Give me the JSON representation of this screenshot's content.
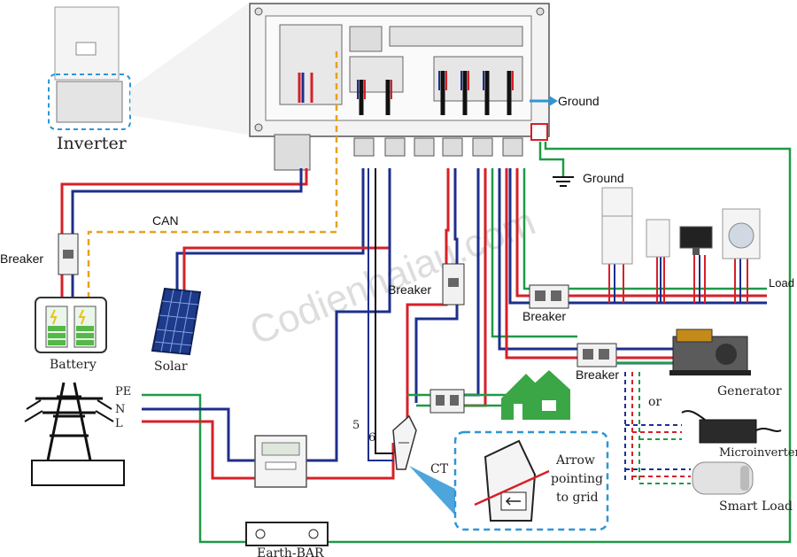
{
  "labels": {
    "inverter": "Inverter",
    "ground_right": "Ground",
    "ground_mid": "Ground",
    "can": "CAN",
    "breaker_left": "Breaker",
    "breaker_mid": "Breaker",
    "breaker_load": "Breaker",
    "breaker_gen": "Breaker",
    "battery": "Battery",
    "solar": "Solar",
    "load": "Load",
    "generator": "Generator",
    "or": "or",
    "microinverter": "Microinverter",
    "smart_load": "Smart Load",
    "pe": "PE",
    "n": "N",
    "l": "L",
    "ct": "CT",
    "arrow_note_1": "Arrow",
    "arrow_note_2": "pointing",
    "arrow_note_3": "to grid",
    "wire_5": "5",
    "wire_6": "6",
    "earth_bar": "Earth-BAR",
    "watermark": "Codienhaiau.com"
  },
  "colors": {
    "red": "#d62028",
    "blue": "#1d2f8c",
    "green": "#1f9a47",
    "can_orange": "#e8a21c",
    "callout_blue": "#2f95d6",
    "house_green": "#3aa645"
  }
}
